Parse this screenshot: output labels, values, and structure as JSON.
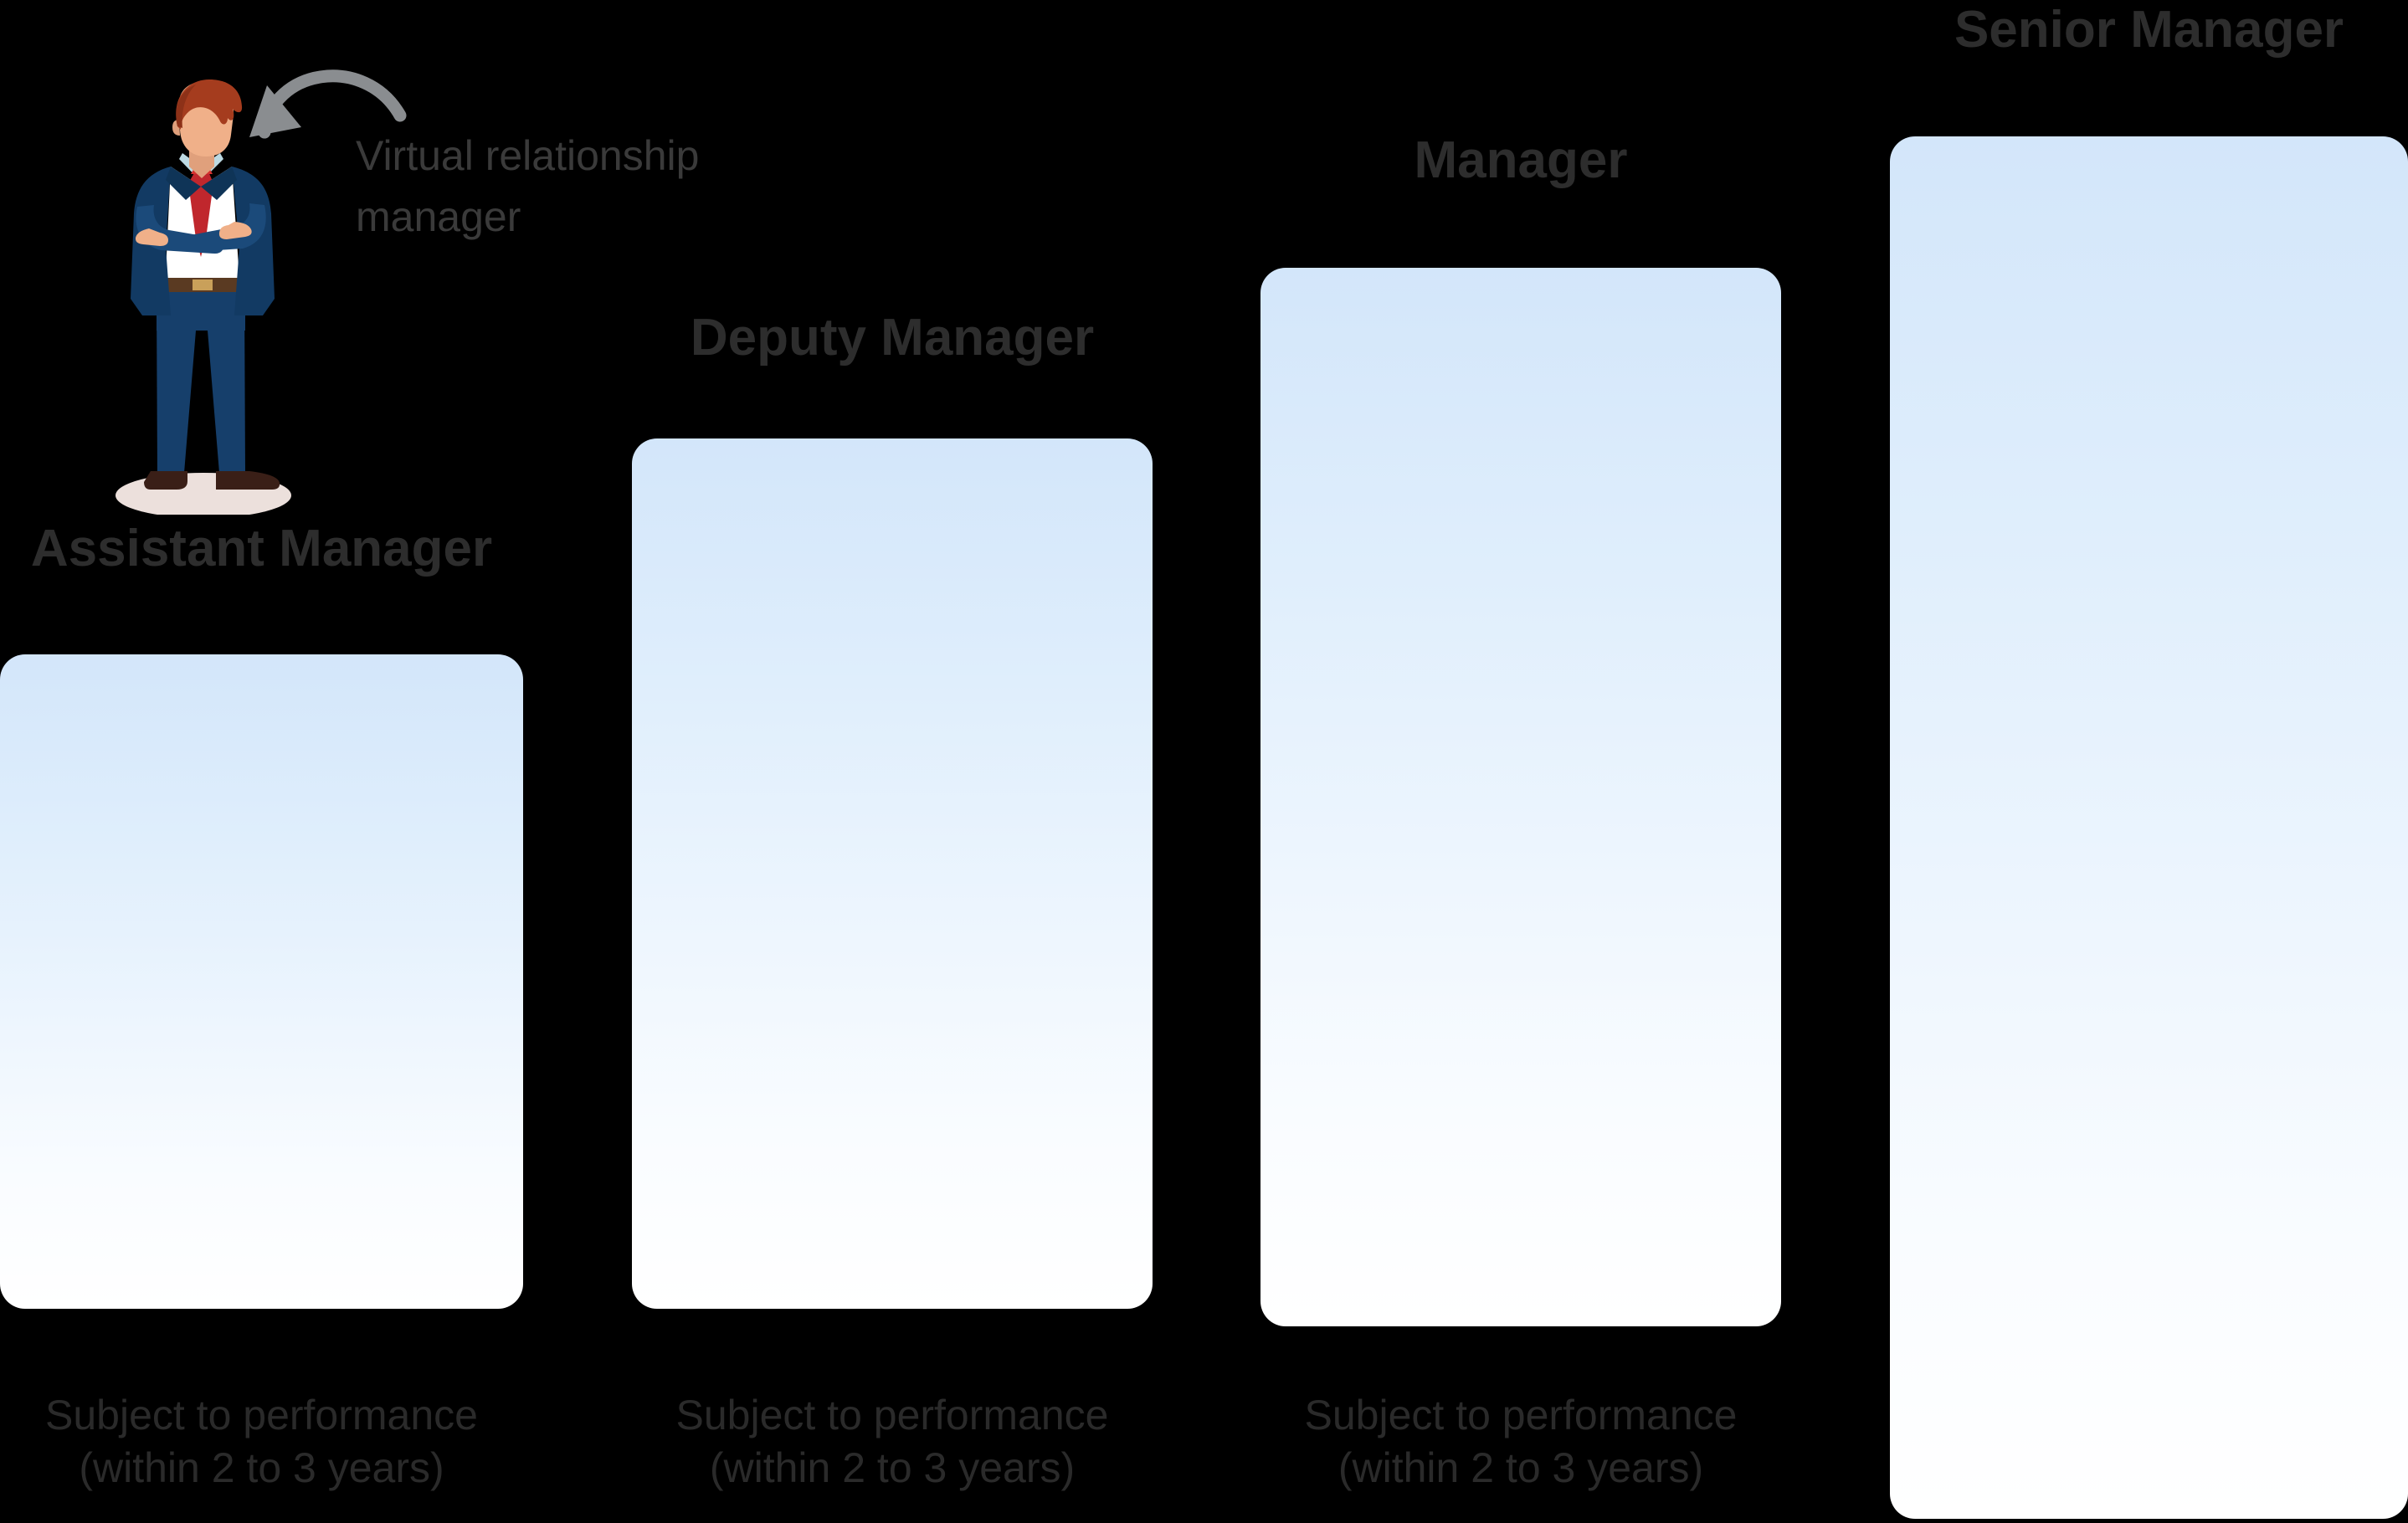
{
  "background_color": "#000000",
  "theme": {
    "bar_top_color": "#d3e6fa",
    "bar_bottom_color": "#ffffff",
    "label_color": "#2d2d2d",
    "caption_color": "#2a2a2a",
    "annotation_color": "#3a3a3a",
    "arrow_color": "#8a8d90"
  },
  "annotation": {
    "line1": "Virtual relationship",
    "line2": "manager",
    "arrow_icon": "curved-arrow-left-icon"
  },
  "character": {
    "name": "businessman-illustration",
    "hair_color": "#a53c1e",
    "skin_color": "#f0b089",
    "suit_color": "#123a63",
    "suit_light_color": "#1b4a7a",
    "shirt_color": "#ffffff",
    "tie_color": "#c0272d",
    "belt_color": "#5a3a22",
    "shoe_color": "#3a1f17",
    "shadow_color": "#ece0dc",
    "collar_color": "#bcd9e2"
  },
  "chart_data": {
    "type": "bar",
    "title": "",
    "xlabel": "",
    "ylabel": "",
    "categories": [
      "Assistant Manager",
      "Deputy Manager",
      "Manager",
      "Senior Manager"
    ],
    "values": [
      1,
      2,
      3,
      4
    ],
    "grid": false,
    "legend": null,
    "annotations": [
      "Virtual relationship manager"
    ],
    "captions": [
      "Subject to performance (within 2 to 3 years)",
      "Subject to performance (within 2 to 3 years)",
      "Subject to performance (within 2 to 3 years)",
      ""
    ]
  },
  "bars": [
    {
      "id": "assistant-manager",
      "label": "Assistant Manager",
      "caption_line1": "Subject to performance",
      "caption_line2": "(within 2 to 3 years)"
    },
    {
      "id": "deputy-manager",
      "label": "Deputy Manager",
      "caption_line1": "Subject to performance",
      "caption_line2": "(within 2 to 3 years)"
    },
    {
      "id": "manager",
      "label": "Manager",
      "caption_line1": "Subject to performance",
      "caption_line2": "(within 2 to 3 years)"
    },
    {
      "id": "senior-manager",
      "label": "Senior Manager",
      "caption_line1": "",
      "caption_line2": ""
    }
  ]
}
